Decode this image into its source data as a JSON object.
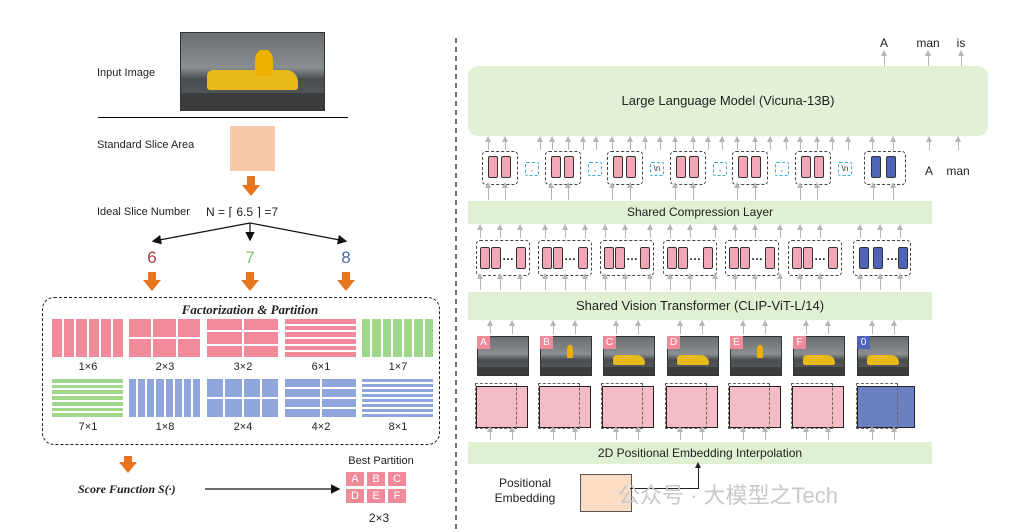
{
  "left": {
    "input_image_label": "Input Image",
    "standard_slice_label": "Standard Slice Area",
    "ideal_slice_label": "Ideal Slice Number",
    "ideal_slice_formula": "N = ⌈ 6.5 ⌉ =7",
    "candidates": [
      "6",
      "7",
      "8"
    ],
    "factorization_title": "Factorization & Partition",
    "grids": [
      {
        "label": "1×6",
        "rows": 1,
        "cols": 6,
        "color": "pink"
      },
      {
        "label": "2×3",
        "rows": 2,
        "cols": 3,
        "color": "pink"
      },
      {
        "label": "3×2",
        "rows": 3,
        "cols": 2,
        "color": "pink"
      },
      {
        "label": "6×1",
        "rows": 6,
        "cols": 1,
        "color": "pink"
      },
      {
        "label": "1×7",
        "rows": 1,
        "cols": 7,
        "color": "green"
      },
      {
        "label": "7×1",
        "rows": 7,
        "cols": 1,
        "color": "green"
      },
      {
        "label": "1×8",
        "rows": 1,
        "cols": 8,
        "color": "blue"
      },
      {
        "label": "2×4",
        "rows": 2,
        "cols": 4,
        "color": "blue"
      },
      {
        "label": "4×2",
        "rows": 4,
        "cols": 2,
        "color": "blue"
      },
      {
        "label": "8×1",
        "rows": 8,
        "cols": 1,
        "color": "blue"
      }
    ],
    "score_function": "Score Function S(·)",
    "best_partition_label": "Best Partition",
    "best_cells": [
      "A",
      "B",
      "C",
      "D",
      "E",
      "F"
    ],
    "best_caption": "2×3"
  },
  "right": {
    "output_tokens": [
      "A",
      "man",
      "is"
    ],
    "llm_label": "Large Language Model (Vicuna-13B)",
    "input_text_tokens": [
      "A",
      "man"
    ],
    "separators": [
      ",",
      ",",
      "\\n",
      ",",
      ",",
      "\\n"
    ],
    "compression_label": "Shared Compression Layer",
    "vit_label": "Shared Vision Transformer (CLIP-ViT-L/14)",
    "patch_labels": [
      "A",
      "B",
      "C",
      "D",
      "E",
      "F",
      "0"
    ],
    "pos_interp_label": "2D Positional Embedding Interpolation",
    "pos_emb_label": "Positional Embedding",
    "watermark": "公众号 · 大模型之Tech"
  },
  "colors": {
    "pink": "#f08a9a",
    "green": "#9fd88a",
    "blue": "#8ea6dc",
    "orange": "#e8741e",
    "light_green": "#dff0d3",
    "navy_token": "#4d64b8",
    "cyan_sep": "#38aee0"
  }
}
